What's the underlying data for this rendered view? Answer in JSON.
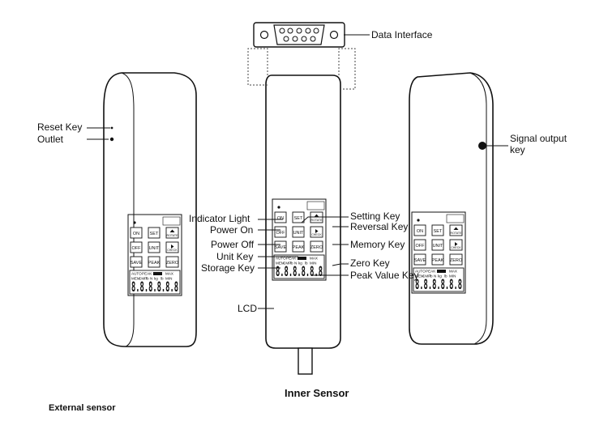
{
  "labels": {
    "data_interface": "Data Interface",
    "reset_key": "Reset Key",
    "outlet": "Outlet",
    "signal_output_key_line1": "Signal output",
    "signal_output_key_line2": "key",
    "indicator_light": "Indicator Light",
    "power_on": "Power On",
    "power_off": "Power Off",
    "unit_key": "Unit Key",
    "storage_key": "Storage Key",
    "lcd": "LCD",
    "setting_key": "Setting Key",
    "reversal_key": "Reversal Key",
    "memory_key": "Memory Key",
    "zero_key": "Zero Key",
    "peak_value_key": "Peak Value Key"
  },
  "captions": {
    "inner_sensor": "Inner Sensor",
    "external_sensor": "External sensor"
  },
  "keys": {
    "on": "ON",
    "set": "SET",
    "rotate": "ROTATE",
    "off": "OFF",
    "unit": "UNIT",
    "check": "CHECK",
    "save": "SAVE",
    "peak": "PEAK",
    "zero": "ZERO"
  },
  "lcd": {
    "row1": [
      "AUTO",
      "PEAK",
      "MAX"
    ],
    "row2": [
      "MEM",
      "CMP",
      "lb",
      "N",
      "kg",
      "lb",
      "MIN"
    ],
    "digits": "8.8.8.8.8.8"
  }
}
